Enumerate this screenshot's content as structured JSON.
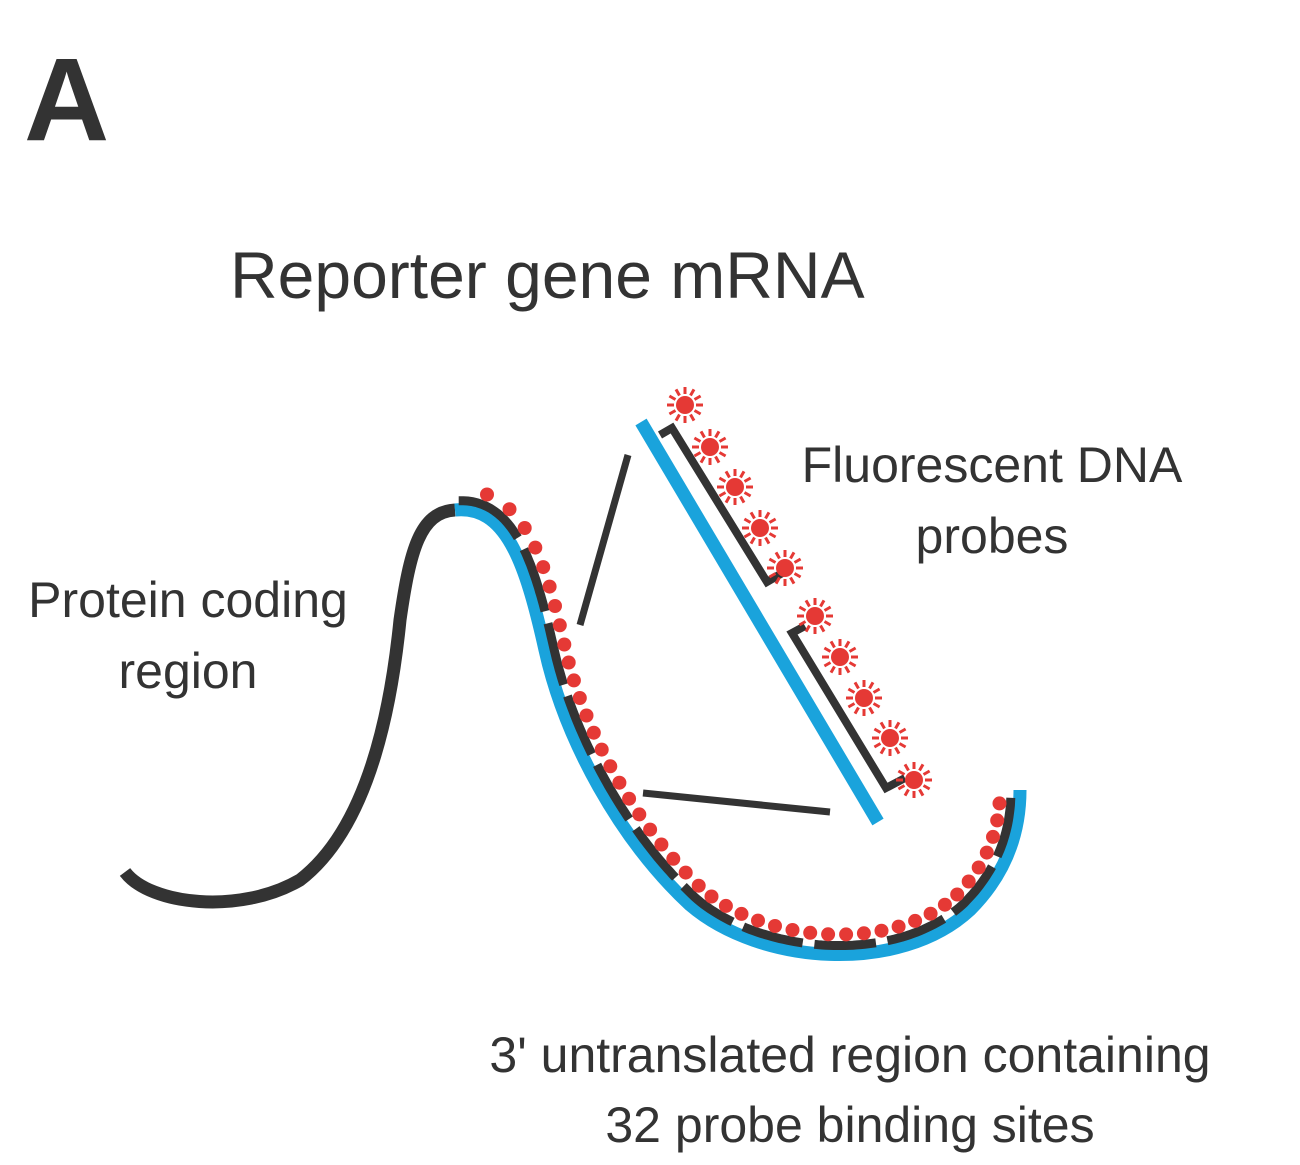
{
  "panel_label": "A",
  "title": "Reporter gene mRNA",
  "labels": {
    "protein_coding_line1": "Protein coding",
    "protein_coding_line2": "region",
    "probes_line1": "Fluorescent DNA",
    "probes_line2": "probes",
    "utr_line1": "3' untranslated region containing",
    "utr_line2": "32 probe binding sites"
  },
  "colors": {
    "coding_region": "#333333",
    "utr_region": "#1aa3dc",
    "probe_backbone": "#333333",
    "fluorophore": "#e53935",
    "text": "#333333"
  },
  "icons": {
    "fluorophore": "starburst-icon"
  }
}
